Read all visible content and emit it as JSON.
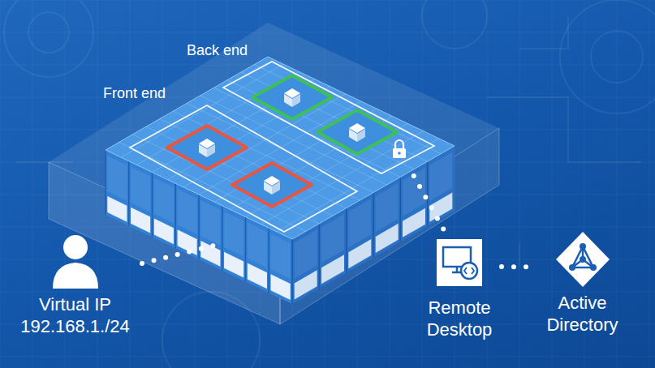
{
  "diagram": {
    "nodes": [
      {
        "text": [
          "Back end"
        ]
      },
      {
        "text": [
          "Front end"
        ]
      },
      {
        "text": [
          "Virtual IP",
          "192.168.1./24"
        ]
      },
      {
        "text": [
          "Remote Desktop"
        ]
      },
      {
        "text": [
          "Active Directory"
        ]
      }
    ],
    "edges": [
      {
        "from": 2,
        "to": 1,
        "arrow": "none"
      },
      {
        "from": 0,
        "to": 3,
        "arrow": "none"
      },
      {
        "from": 3,
        "to": 4,
        "arrow": "none"
      }
    ]
  }
}
